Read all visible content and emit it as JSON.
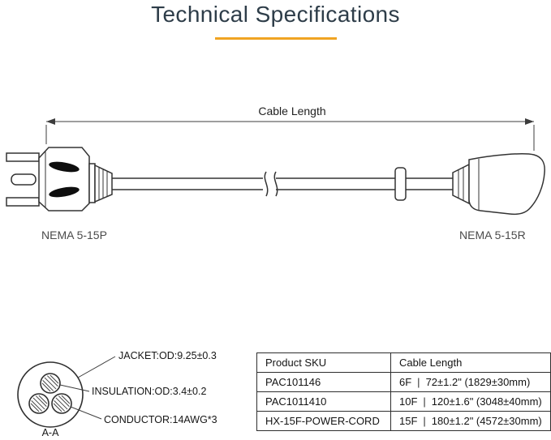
{
  "page": {
    "title": "Technical Specifications"
  },
  "accent_color": "#f0a422",
  "diagram": {
    "dimension_label": "Cable Length",
    "plug_label": "NEMA 5-15P",
    "receptacle_label": "NEMA 5-15R"
  },
  "cross_section": {
    "jacket_label": "JACKET:OD:9.25±0.3",
    "insulation_label": "INSULATION:OD:3.4±0.2",
    "conductor_label": "CONDUCTOR:14AWG*3",
    "section_label": "A-A"
  },
  "table": {
    "headers": [
      "Product SKU",
      "Cable Length"
    ],
    "separator": "|",
    "rows": [
      {
        "sku": "PAC101146",
        "ft": "6F",
        "detail": "72±1.2\" (1829±30mm)"
      },
      {
        "sku": "PAC1011410",
        "ft": "10F",
        "detail": "120±1.6\" (3048±40mm)"
      },
      {
        "sku": "HX-15F-POWER-CORD",
        "ft": "15F",
        "detail": "180±1.2\" (4572±30mm)"
      }
    ]
  }
}
